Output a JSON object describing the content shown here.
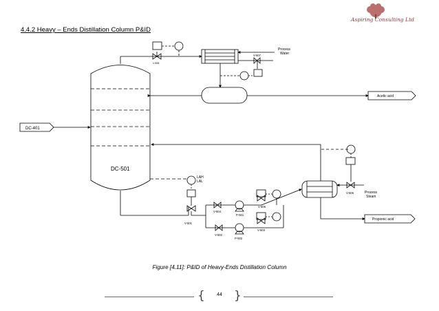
{
  "document": {
    "heading": "4.4.2 Heavy – Ends Distillation Column P&ID",
    "caption": "Figure [4.11]: P&ID of Heavy-Ends Distillation Column",
    "page_number": "44",
    "logo_text": "Aspiring Consulting Ltd"
  },
  "diagram": {
    "column_label": "DC-501",
    "feed_label": "DC-401",
    "acetic_acid": "Acetic acid",
    "propionic_acid": "Propionic acid",
    "process_water": [
      "Process",
      "Water"
    ],
    "process_steam": [
      "Process",
      "Steam"
    ],
    "level_alarm": [
      "LAH",
      "LAL"
    ],
    "valves": {
      "v507": "V-507",
      "v506": "V-506",
      "v501": "V-501",
      "v504": "V-504",
      "v505": "V-505",
      "v502": "V-502",
      "v503": "V-503",
      "v508": "V-508"
    },
    "pumps": {
      "p501": "P-501",
      "p502": "P-502"
    }
  }
}
